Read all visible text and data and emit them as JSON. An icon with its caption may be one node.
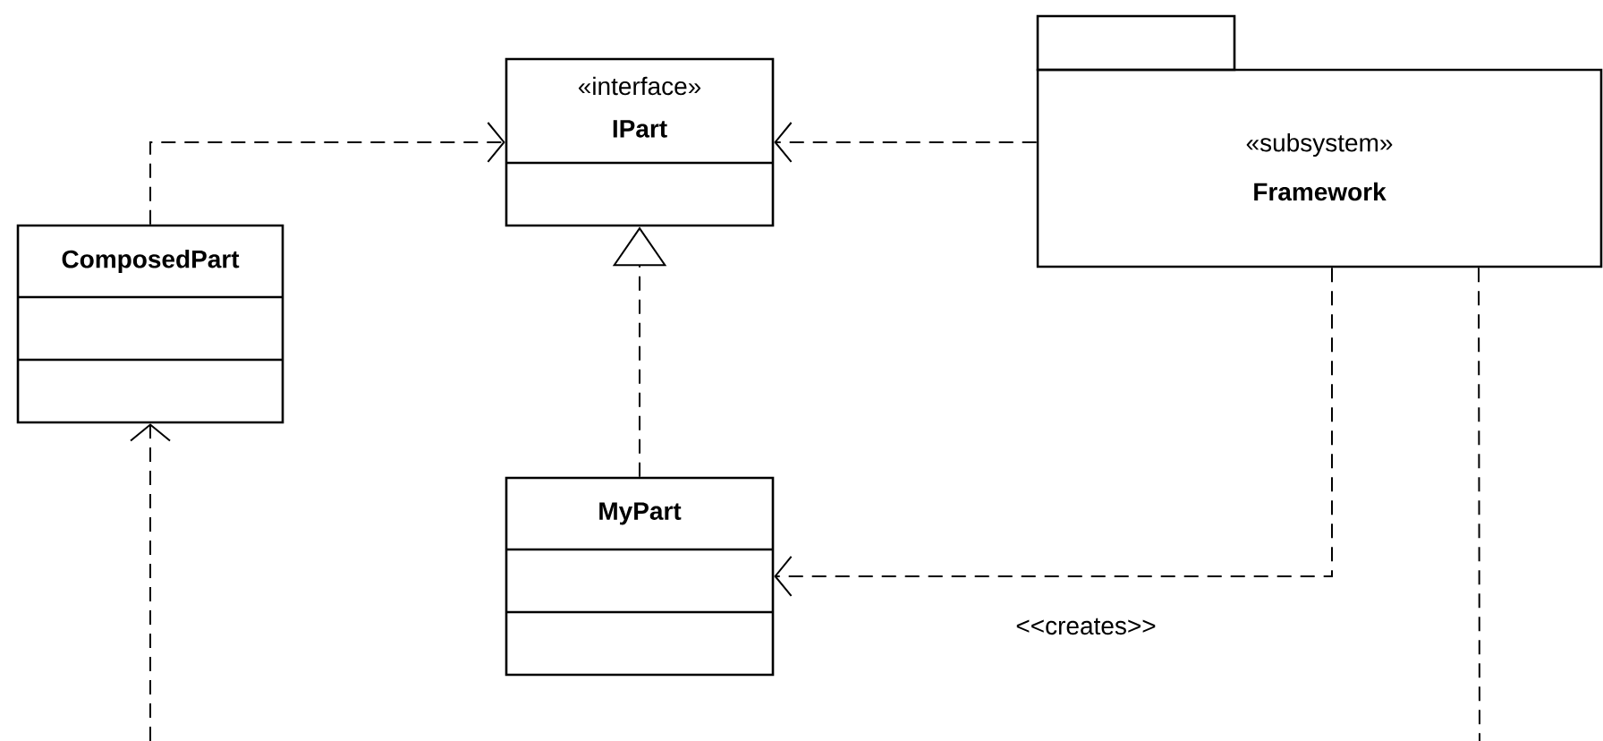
{
  "diagram": {
    "nodes": [
      {
        "text": [
          "«interface»",
          "IPart"
        ]
      },
      {
        "text": [
          "«subsystem»",
          "Framework"
        ]
      },
      {
        "text": [
          "ComposedPart"
        ]
      },
      {
        "text": [
          "MyPart"
        ]
      }
    ],
    "edges": [
      {
        "from": 2,
        "to": 0,
        "arrow": "to",
        "style": "dashed"
      },
      {
        "from": 1,
        "to": 0,
        "arrow": "to",
        "style": "dashed"
      },
      {
        "from": 3,
        "to": 0,
        "arrow": "to",
        "style": "dashed"
      },
      {
        "from": 1,
        "to": 3,
        "arrow": "to",
        "style": "dashed",
        "label": "<<creates>>"
      },
      {
        "from": null,
        "to": 2,
        "arrow": "to",
        "style": "dashed"
      },
      {
        "from": 1,
        "to": null,
        "arrow": "none",
        "style": "dashed"
      }
    ]
  }
}
